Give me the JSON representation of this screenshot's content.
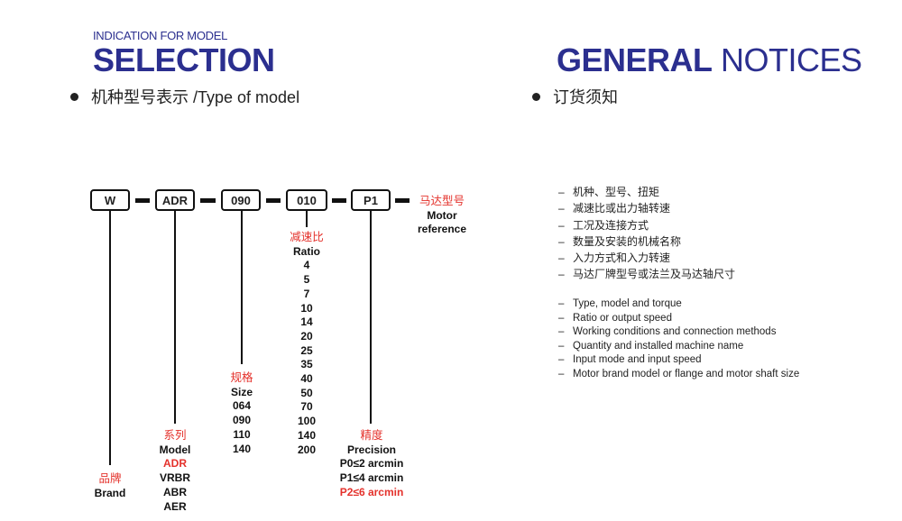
{
  "left": {
    "subtitle": "INDICATION FOR MODEL",
    "title": "SELECTION",
    "bullet": "机种型号表示 /Type of  model"
  },
  "right": {
    "title_bold": "GENERAL",
    "title_thin": "NOTICES",
    "bullet": "订货须知",
    "notes_cn": [
      "机种、型号、扭矩",
      "减速比或出力轴转速",
      "工况及连接方式",
      "数量及安装的机械名称",
      "入力方式和入力转速",
      "马达厂牌型号或法兰及马达轴尺寸"
    ],
    "notes_en": [
      "Type, model and torque",
      "Ratio or output speed",
      "Working conditions and connection methods",
      "Quantity and installed machine name",
      "Input mode and input speed",
      "Motor brand model or flange and motor shaft size"
    ],
    "dash": "–"
  },
  "code": {
    "boxes": [
      "W",
      "ADR",
      "090",
      "010",
      "P1"
    ],
    "motor_cn": "马达型号",
    "motor_en1": "Motor",
    "motor_en2": "reference"
  },
  "brand": {
    "cn": "品牌",
    "en": "Brand"
  },
  "series": {
    "cn": "系列",
    "en": "Model",
    "items": [
      "ADR",
      "VRBR",
      "ABR",
      "AER"
    ],
    "highlight": "ADR"
  },
  "size": {
    "cn": "规格",
    "en": "Size",
    "items": [
      "064",
      "090",
      "110",
      "140"
    ]
  },
  "ratio": {
    "cn": "减速比",
    "en": "Ratio",
    "items": [
      "4",
      "5",
      "7",
      "10",
      "14",
      "20",
      "25",
      "35",
      "40",
      "50",
      "70",
      "100",
      "140",
      "200"
    ]
  },
  "precision": {
    "cn": "精度",
    "en": "Precision",
    "items": [
      "P0≤2 arcmin",
      "P1≤4 arcmin",
      "P2≤6 arcmin"
    ],
    "highlight": "P2≤6 arcmin"
  },
  "colors": {
    "navy": "#2b2f8f",
    "red": "#e4312b",
    "ink": "#111111"
  }
}
